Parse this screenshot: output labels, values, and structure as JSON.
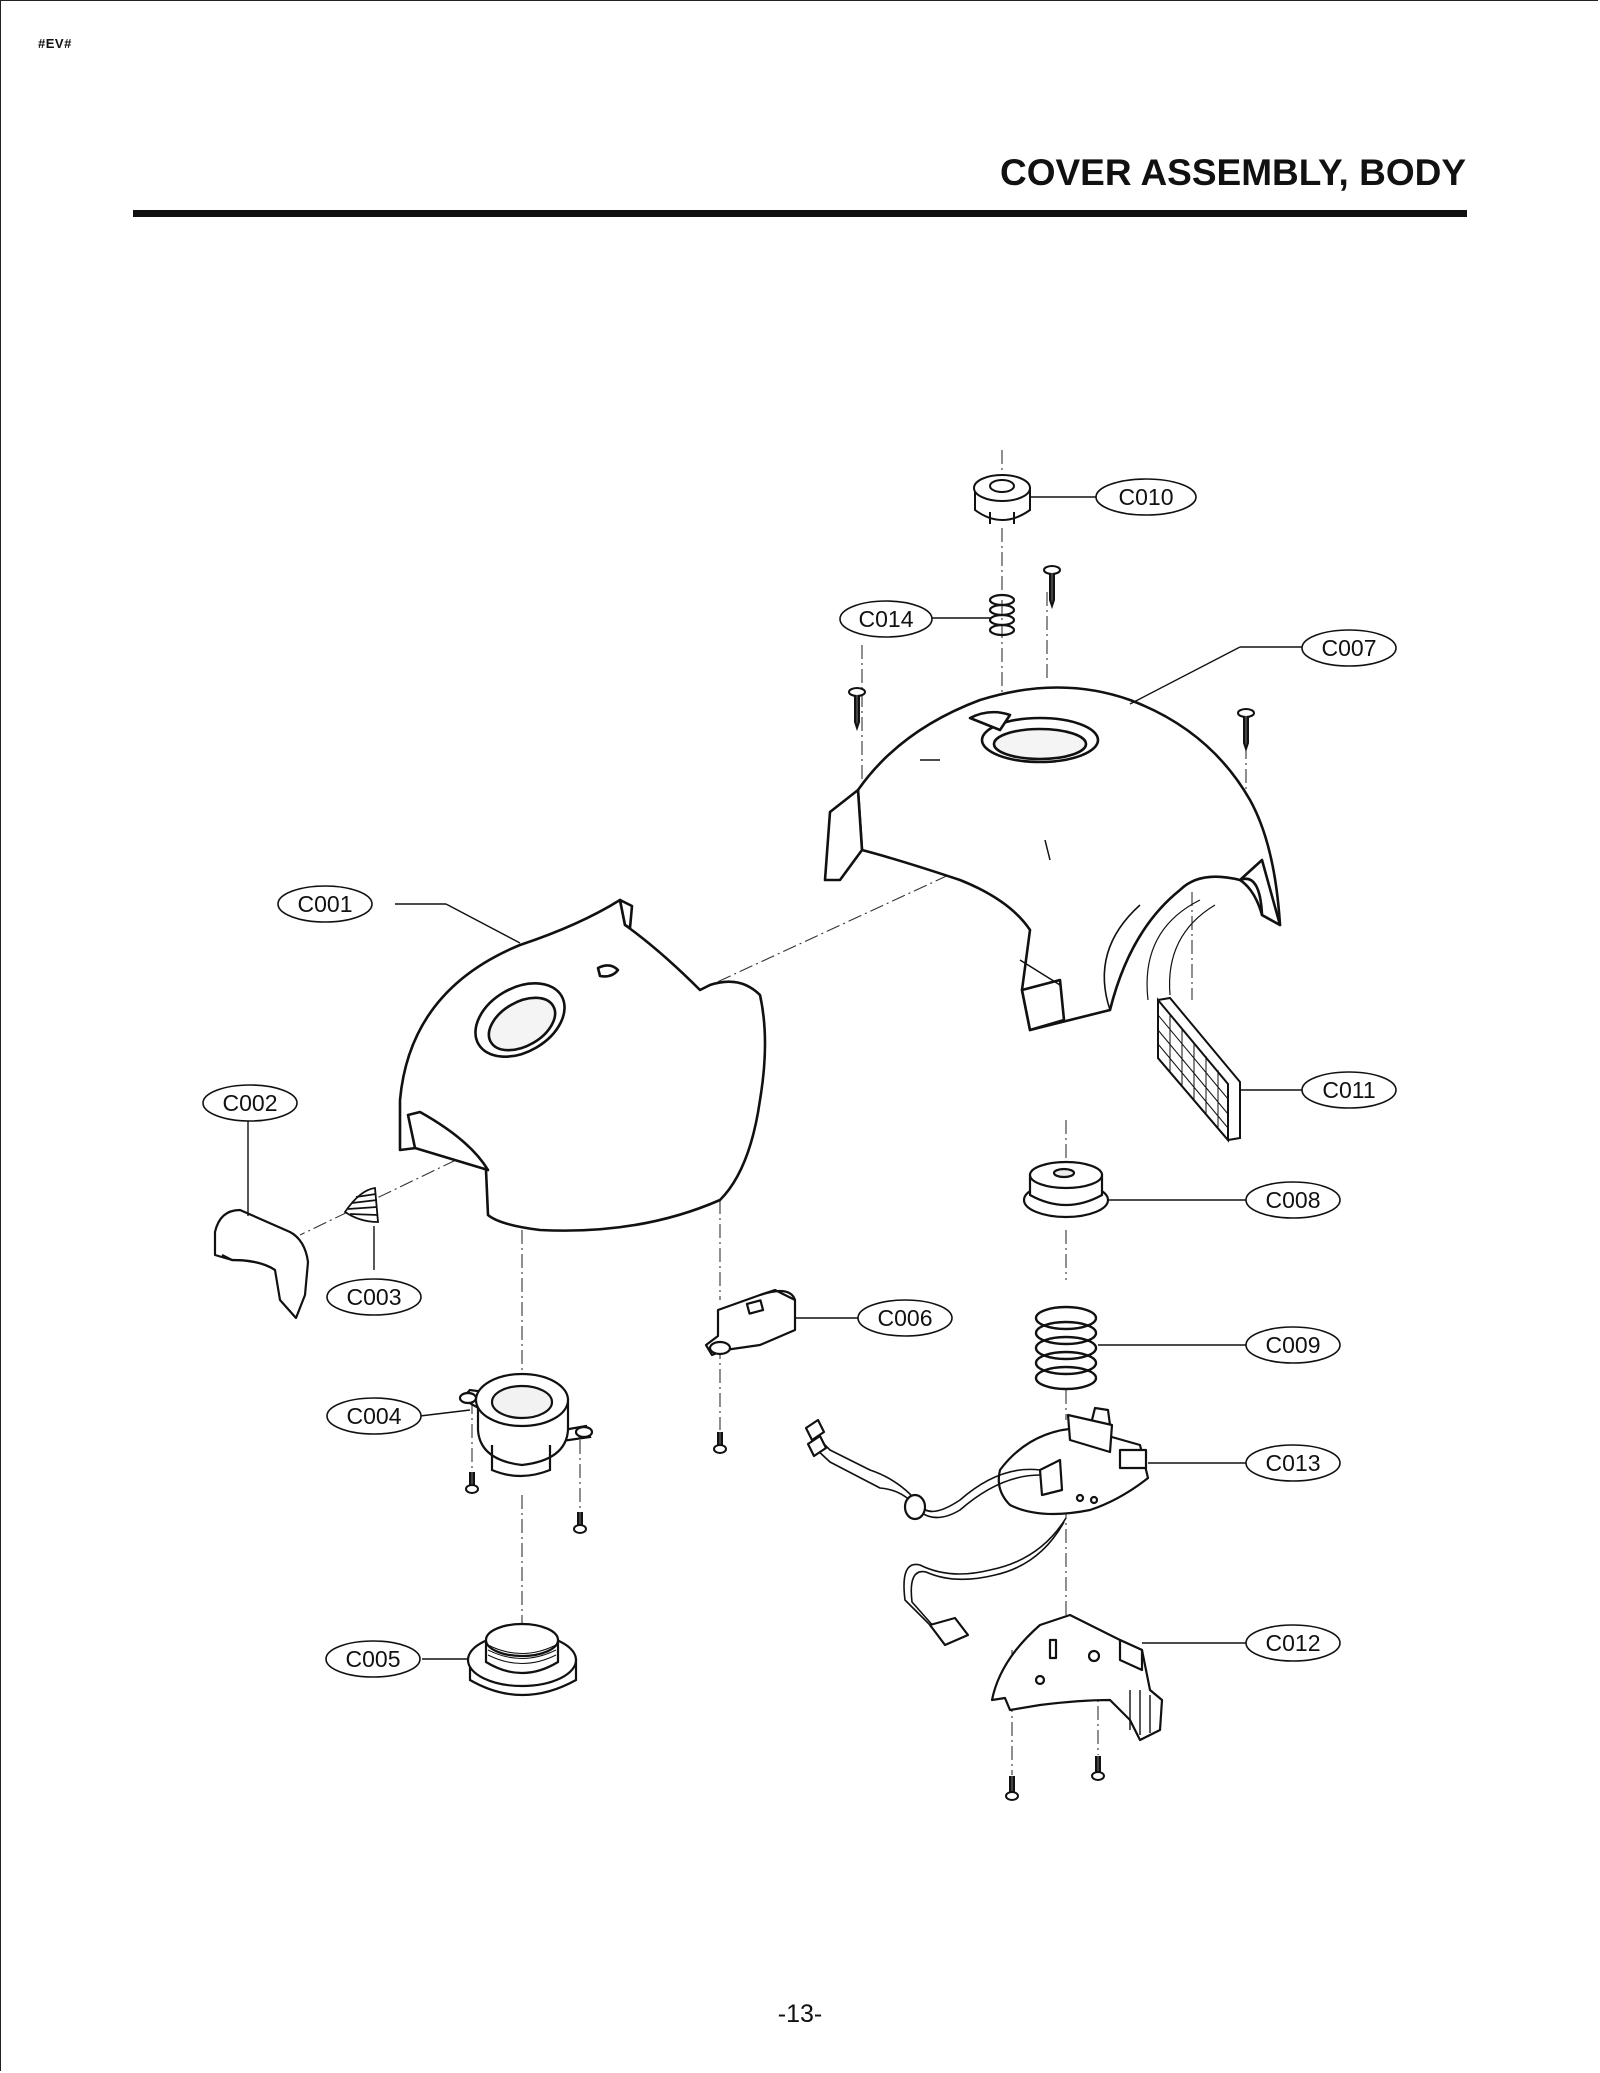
{
  "header": {
    "tag": "#EV#",
    "title": "COVER ASSEMBLY, BODY"
  },
  "footer": {
    "page_number": "-13-"
  },
  "diagram": {
    "labels": [
      {
        "id": "C001",
        "text": "C001"
      },
      {
        "id": "C002",
        "text": "C002"
      },
      {
        "id": "C003",
        "text": "C003"
      },
      {
        "id": "C004",
        "text": "C004"
      },
      {
        "id": "C005",
        "text": "C005"
      },
      {
        "id": "C006",
        "text": "C006"
      },
      {
        "id": "C007",
        "text": "C007"
      },
      {
        "id": "C008",
        "text": "C008"
      },
      {
        "id": "C009",
        "text": "C009"
      },
      {
        "id": "C010",
        "text": "C010"
      },
      {
        "id": "C011",
        "text": "C011"
      },
      {
        "id": "C012",
        "text": "C012"
      },
      {
        "id": "C013",
        "text": "C013"
      },
      {
        "id": "C014",
        "text": "C014"
      }
    ]
  }
}
